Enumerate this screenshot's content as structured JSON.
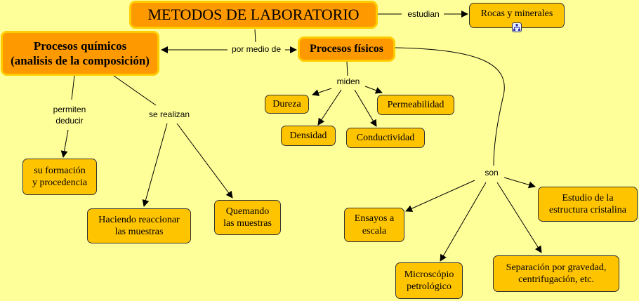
{
  "nodes": {
    "metodos": "METODOS DE LABORATORIO",
    "rocas": "Rocas y minerales",
    "quimicos_1": "Procesos químicos",
    "quimicos_2": "(analisis de la composición)",
    "fisicos": "Procesos físicos",
    "dureza": "Dureza",
    "permeabilidad": "Permeabilidad",
    "densidad": "Densidad",
    "conductividad": "Conductividad",
    "formacion_1": "su formación",
    "formacion_2": "y procedencia",
    "haciendo_1": "Haciendo reaccionar",
    "haciendo_2": "las muestras",
    "quemando_1": "Quemando",
    "quemando_2": "las muestras",
    "ensayos_1": "Ensayos a",
    "ensayos_2": "escala",
    "estudio_1": "Estudio de la",
    "estudio_2": "estructura cristalina",
    "microscopio_1": "Microscópio",
    "microscopio_2": "petrológico",
    "separacion_1": "Separación por gravedad,",
    "separacion_2": "centrifugación, etc."
  },
  "links": {
    "estudian": "estudian",
    "por_medio_de": "por medio de",
    "miden": "miden",
    "permiten_1": "permiten",
    "permiten_2": "deducir",
    "se_realizan": "se realizan",
    "son": "son"
  },
  "icons": {
    "rocas_submap": "concept-map-icon"
  }
}
